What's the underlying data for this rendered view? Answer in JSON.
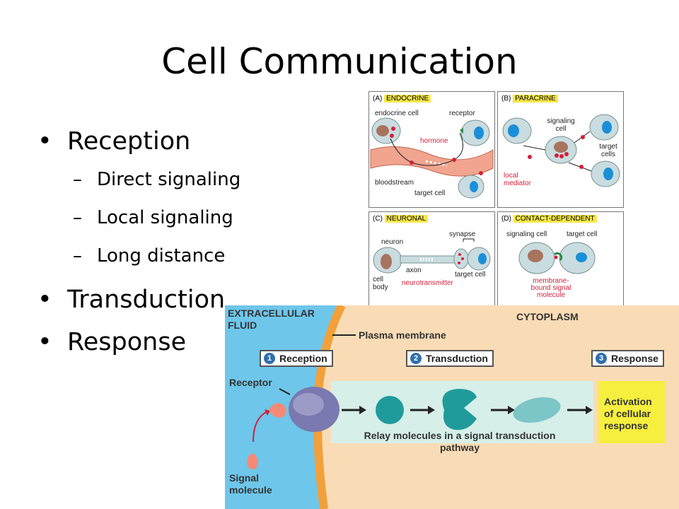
{
  "slide": {
    "title": "Cell Communication",
    "bullets": {
      "reception": "Reception",
      "direct": "Direct signaling",
      "local": "Local signaling",
      "long": "Long distance",
      "transduction": "Transduction",
      "response": "Response"
    }
  },
  "figure_a": {
    "tag_prefix": "(A)",
    "tag": "ENDOCRINE",
    "endocrine_cell": "endocrine cell",
    "receptor": "receptor",
    "hormone": "hormone",
    "bloodstream": "bloodstream",
    "target_cell": "target cell"
  },
  "figure_b": {
    "tag_prefix": "(B)",
    "tag": "PARACRINE",
    "signaling": "signaling",
    "cell": "cell",
    "target": "target",
    "cells": "cells",
    "local": "local",
    "mediator": "mediator"
  },
  "figure_c": {
    "tag_prefix": "(C)",
    "tag": "NEURONAL",
    "synapse": "synapse",
    "neuron": "neuron",
    "axon": "axon",
    "target_cell": "target cell",
    "cell": "cell",
    "body": "body",
    "neurotransmitter": "neurotransmitter"
  },
  "figure_d": {
    "tag_prefix": "(D)",
    "tag": "CONTACT-DEPENDENT",
    "signaling_cell": "signaling cell",
    "target_cell": "target cell",
    "membrane": "membrane-",
    "bound": "bound signal",
    "molecule": "molecule"
  },
  "pathway": {
    "extracellular": "EXTRACELLULAR",
    "fluid": "FLUID",
    "cytoplasm": "CYTOPLASM",
    "plasma_membrane": "Plasma membrane",
    "step1_num": "1",
    "step1": "Reception",
    "step2_num": "2",
    "step2": "Transduction",
    "step3_num": "3",
    "step3": "Response",
    "receptor": "Receptor",
    "relay1": "Relay molecules in a signal transduction",
    "relay2": "pathway",
    "activation1": "Activation",
    "activation2": "of cellular",
    "activation3": "response",
    "signal": "Signal",
    "molecule": "molecule"
  },
  "colors": {
    "extracellular": "#6ec6ea",
    "cytoplasm": "#f9dcb6",
    "relay_box": "#d6efe8",
    "response_box": "#f6ef3f",
    "highlight": "#f7e84a",
    "signal_red": "#d4203a",
    "receptor_purple": "#7a79b0",
    "relay_teal": "#1f9b9b"
  }
}
